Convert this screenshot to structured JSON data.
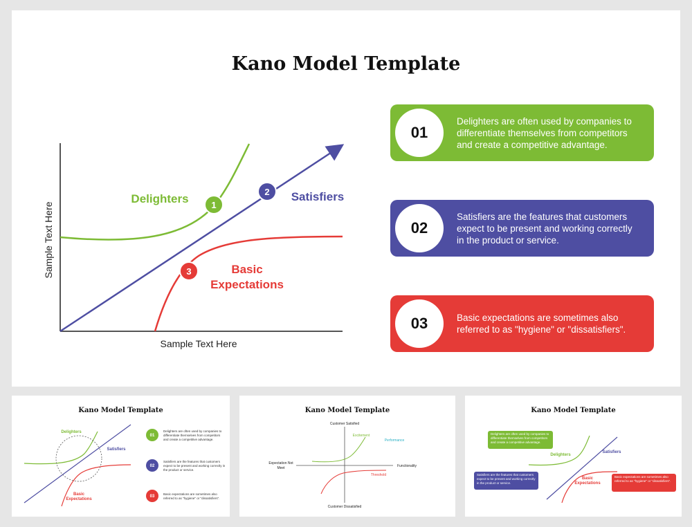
{
  "main": {
    "title": "Kano Model Template",
    "diagram": {
      "y_axis_label": "Sample Text Here",
      "x_axis_label": "Sample Text Here",
      "curves": [
        {
          "name": "Delighters",
          "marker": "1",
          "color": "#7dbb35"
        },
        {
          "name": "Satisfiers",
          "marker": "2",
          "color": "#4e4ea2"
        },
        {
          "name": "Basic Expectations",
          "line1": "Basic",
          "line2": "Expectations",
          "marker": "3",
          "color": "#e53b37"
        }
      ]
    },
    "cards": [
      {
        "num": "01",
        "text": "Delighters are often used by companies to differentiate themselves from competitors and create a competitive advantage.",
        "color": "#7dbb35"
      },
      {
        "num": "02",
        "text": "Satisfiers are the features that customers expect to be present and working correctly in the product or service.",
        "color": "#4e4ea2"
      },
      {
        "num": "03",
        "text": "Basic expectations are sometimes also referred to as \"hygiene\" or \"dissatisfiers\".",
        "color": "#e53b37"
      }
    ]
  },
  "thumb1": {
    "title": "Kano Model Template",
    "labels": {
      "delighters": "Delighters",
      "satisfiers": "Satisfiers",
      "basic1": "Basic",
      "basic2": "Expectations"
    },
    "cards": [
      {
        "num": "01",
        "text": "Delighters are often used by companies to differentiate themselves from competitors and create a competitive advantage."
      },
      {
        "num": "02",
        "text": "Satisfiers are the features that customers expect to be present and working correctly in the product or service."
      },
      {
        "num": "03",
        "text": "Basic expectations are sometimes also referred to as \"hygiene\" or \"dissatisfiers\"."
      }
    ]
  },
  "thumb2": {
    "title": "Kano Model Template",
    "labels": {
      "top": "Customer Satisfied",
      "bottom": "Customer Dissatisfied",
      "left1": "Expectation Not",
      "left2": "Meet",
      "right": "Functionality",
      "excitement": "Excitement",
      "performance": "Performance",
      "threshold": "Threshold"
    }
  },
  "thumb3": {
    "title": "Kano Model Template",
    "labels": {
      "delighters": "Delighters",
      "satisfiers": "Satisfiers",
      "basic1": "Basic",
      "basic2": "Expectations"
    },
    "cards": [
      {
        "text": "Delighters are often used by companies to differentiate themselves from competitors and create a competitive advantage."
      },
      {
        "text": "Satisfiers are the features that customers expect to be present and working correctly in the product or service."
      },
      {
        "text": "Basic expectations are sometimes also referred to as \"hygiene\" or \"dissatisfiers\"."
      }
    ]
  }
}
